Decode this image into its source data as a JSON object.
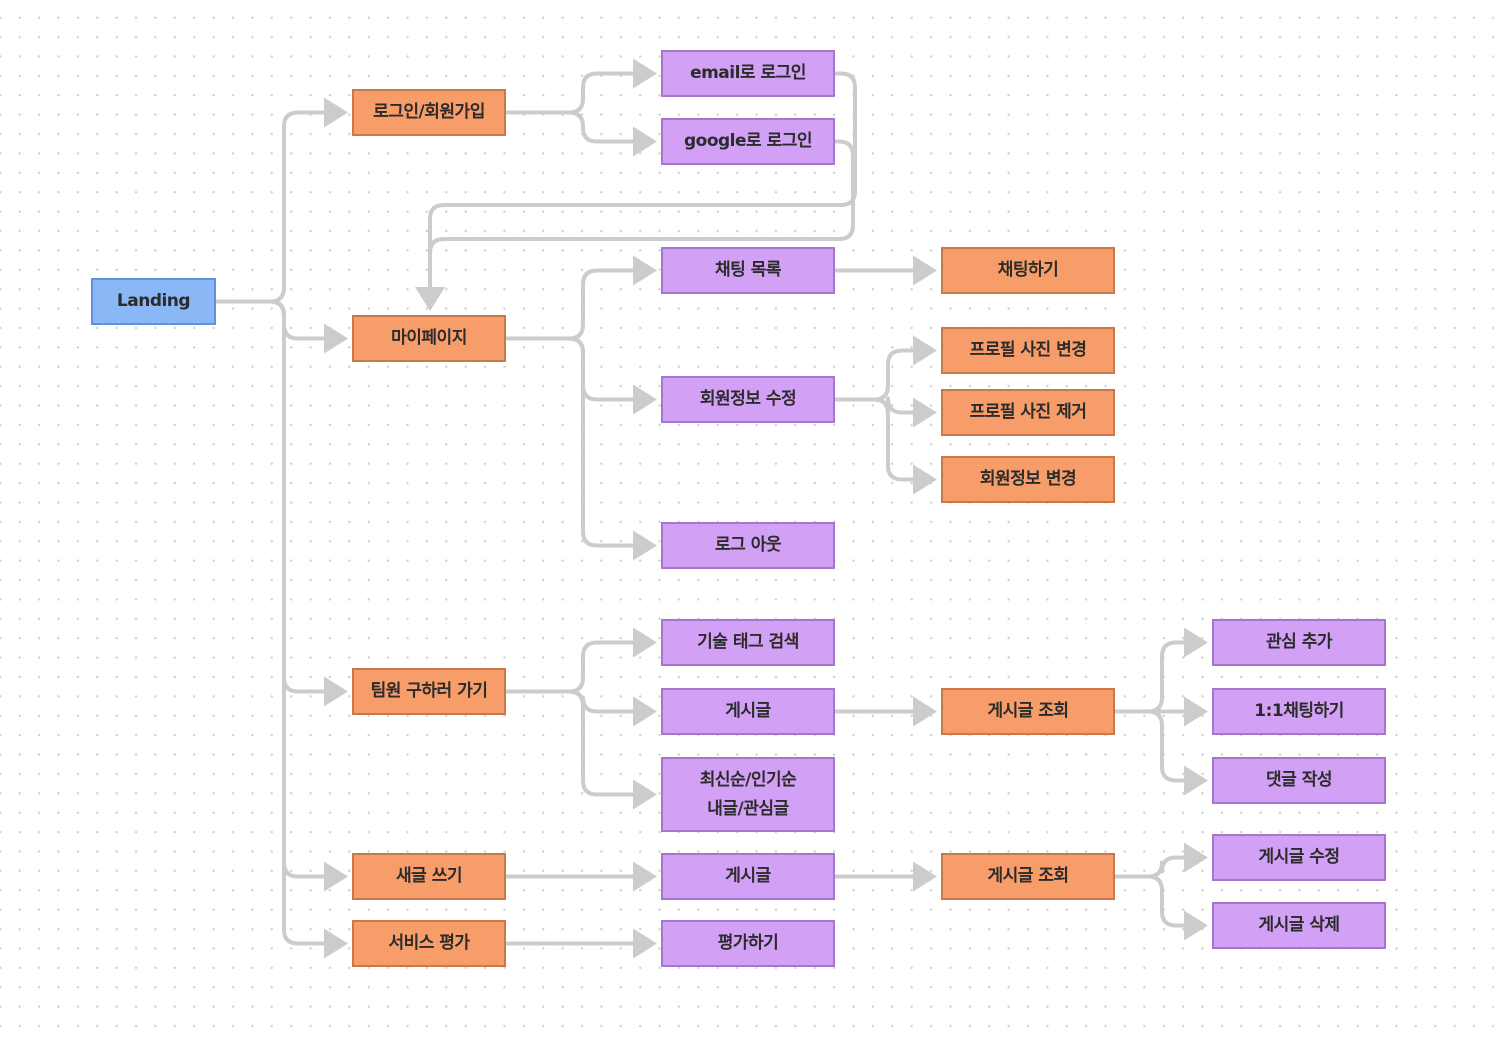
{
  "diagram": {
    "type": "flowchart",
    "colors": {
      "start_node": "#8ab7f6",
      "page_node": "#f79d6a",
      "action_node": "#d2a0f5",
      "edge": "#cccccc"
    },
    "nodes": [
      {
        "id": "landing",
        "label": "Landing",
        "style": "blue"
      },
      {
        "id": "login",
        "label": "로그인/회원가입",
        "style": "orange"
      },
      {
        "id": "email",
        "label": "email로 로그인",
        "style": "purple"
      },
      {
        "id": "google",
        "label": "google로 로그인",
        "style": "purple"
      },
      {
        "id": "mypage",
        "label": "마이페이지",
        "style": "orange"
      },
      {
        "id": "chatlist",
        "label": "채팅 목록",
        "style": "purple"
      },
      {
        "id": "chat",
        "label": "채팅하기",
        "style": "orange"
      },
      {
        "id": "editinfo",
        "label": "회원정보 수정",
        "style": "purple"
      },
      {
        "id": "photochange",
        "label": "프로필 사진 변경",
        "style": "orange"
      },
      {
        "id": "photoremove",
        "label": "프로필 사진 제거",
        "style": "orange"
      },
      {
        "id": "infochange",
        "label": "회원정보 변경",
        "style": "orange"
      },
      {
        "id": "logout",
        "label": "로그 아웃",
        "style": "purple"
      },
      {
        "id": "findteam",
        "label": "팀원 구하러 가기",
        "style": "orange"
      },
      {
        "id": "tagsearch",
        "label": "기술 태그 검색",
        "style": "purple"
      },
      {
        "id": "post1",
        "label": "게시글",
        "style": "purple"
      },
      {
        "id": "sort",
        "label": "최신순/인기순\n내글/관심글",
        "style": "purple"
      },
      {
        "id": "view1",
        "label": "게시글 조회",
        "style": "orange"
      },
      {
        "id": "like",
        "label": "관심 추가",
        "style": "purple"
      },
      {
        "id": "dm",
        "label": "1:1채팅하기",
        "style": "purple"
      },
      {
        "id": "comment",
        "label": "댓글 작성",
        "style": "purple"
      },
      {
        "id": "newpost",
        "label": "새글 쓰기",
        "style": "orange"
      },
      {
        "id": "post2",
        "label": "게시글",
        "style": "purple"
      },
      {
        "id": "view2",
        "label": "게시글 조회",
        "style": "orange"
      },
      {
        "id": "editpost",
        "label": "게시글 수정",
        "style": "purple"
      },
      {
        "id": "deletepost",
        "label": "게시글 삭제",
        "style": "purple"
      },
      {
        "id": "review",
        "label": "서비스 평가",
        "style": "orange"
      },
      {
        "id": "rate",
        "label": "평가하기",
        "style": "purple"
      }
    ],
    "edges": [
      [
        "landing",
        "login"
      ],
      [
        "landing",
        "mypage"
      ],
      [
        "landing",
        "findteam"
      ],
      [
        "landing",
        "newpost"
      ],
      [
        "landing",
        "review"
      ],
      [
        "login",
        "email"
      ],
      [
        "login",
        "google"
      ],
      [
        "email",
        "mypage"
      ],
      [
        "google",
        "mypage"
      ],
      [
        "mypage",
        "chatlist"
      ],
      [
        "mypage",
        "editinfo"
      ],
      [
        "mypage",
        "logout"
      ],
      [
        "chatlist",
        "chat"
      ],
      [
        "editinfo",
        "photochange"
      ],
      [
        "editinfo",
        "photoremove"
      ],
      [
        "editinfo",
        "infochange"
      ],
      [
        "findteam",
        "tagsearch"
      ],
      [
        "findteam",
        "post1"
      ],
      [
        "findteam",
        "sort"
      ],
      [
        "post1",
        "view1"
      ],
      [
        "view1",
        "like"
      ],
      [
        "view1",
        "dm"
      ],
      [
        "view1",
        "comment"
      ],
      [
        "newpost",
        "post2"
      ],
      [
        "post2",
        "view2"
      ],
      [
        "view2",
        "editpost"
      ],
      [
        "view2",
        "deletepost"
      ],
      [
        "review",
        "rate"
      ]
    ]
  }
}
